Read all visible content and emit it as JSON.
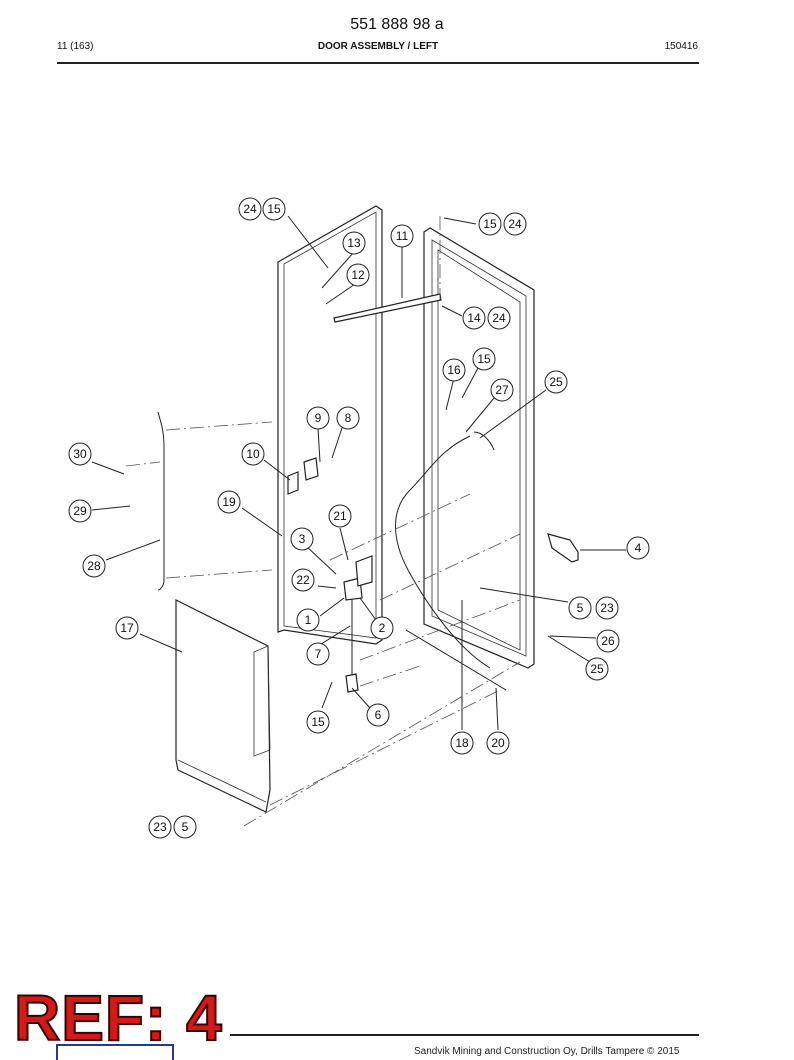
{
  "header": {
    "doc_number": "551 888 98 a",
    "page": "11 (163)",
    "title": "DOOR ASSEMBLY / LEFT",
    "code": "150416"
  },
  "callouts": [
    "24",
    "15",
    "15",
    "24",
    "13",
    "11",
    "12",
    "14",
    "24",
    "15",
    "16",
    "27",
    "25",
    "9",
    "8",
    "30",
    "10",
    "19",
    "21",
    "3",
    "4",
    "22",
    "29",
    "28",
    "1",
    "2",
    "5",
    "23",
    "17",
    "7",
    "26",
    "25",
    "6",
    "15",
    "18",
    "20",
    "23",
    "5"
  ],
  "stamp": {
    "text": "REF: 4"
  },
  "footer": {
    "text": "Sandvik Mining and Construction Oy, Drills Tampere © 2015"
  }
}
